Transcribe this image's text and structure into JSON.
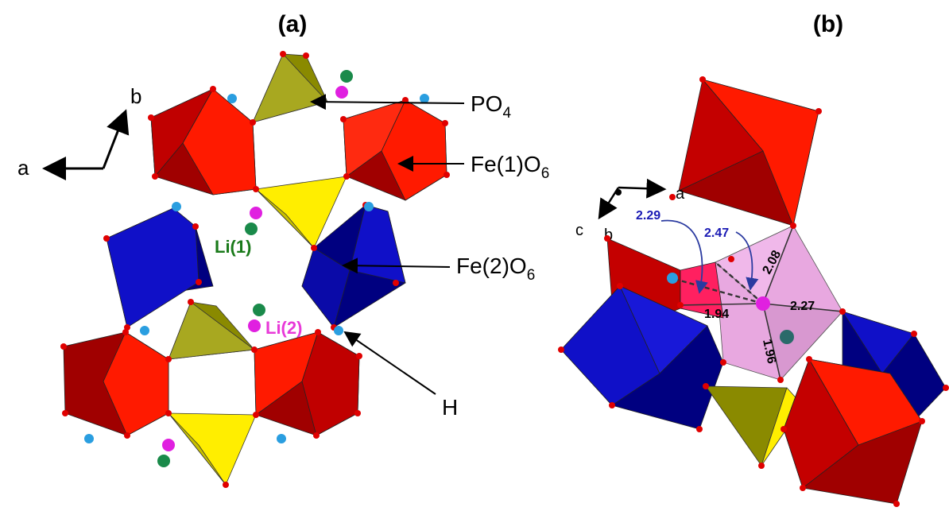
{
  "panels": {
    "a": {
      "label": "(a)"
    },
    "b": {
      "label": "(b)"
    }
  },
  "labels_a": {
    "po4_main": "PO",
    "po4_sub": "4",
    "fe1_main": "Fe(1)O",
    "fe1_sub": "6",
    "fe2_main": "Fe(2)O",
    "fe2_sub": "6",
    "h": "H",
    "li1": "Li(1)",
    "li2": "Li(2)",
    "axis_a": "a",
    "axis_b": "b"
  },
  "labels_b": {
    "axis_a": "a",
    "axis_b": "b",
    "axis_c": "c",
    "dist_229": "2.29",
    "dist_247": "2.47",
    "dist_208": "2.08",
    "dist_194": "1.94",
    "dist_227": "2.27",
    "dist_196": "1.96"
  },
  "colors": {
    "fe1_octahedron": "#ff1a00",
    "fe1_dark": "#a00000",
    "fe2_octahedron": "#1010c8",
    "fe2_dark": "#000080",
    "po4_tetrahedron": "#ffee00",
    "po4_dark": "#8a8a00",
    "oxygen": "#e00000",
    "hydrogen": "#2a9ee0",
    "li1_atom": "#1a8a4a",
    "li2_atom": "#e020e0",
    "li_polyhedron": "#e8a8e0"
  }
}
